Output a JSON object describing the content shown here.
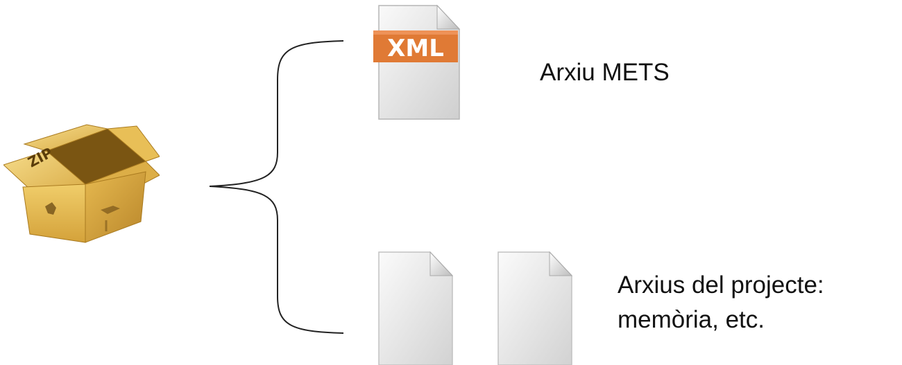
{
  "zip_box": {
    "icon": "zip-box-icon",
    "label": "ZIP",
    "colors": {
      "cardboard": "#d9a93c",
      "cardboard_light": "#f1cf6c",
      "cardboard_dark": "#a97a1f"
    }
  },
  "brace": {
    "icon": "curly-brace"
  },
  "xml_file": {
    "icon": "xml-file-icon",
    "badge": "XML",
    "badge_color": "#e07a35",
    "caption": "Arxiu METS"
  },
  "project_files": {
    "icon": "blank-document-icon",
    "count": 2,
    "caption_line1": "Arxius del projecte:",
    "caption_line2": "memòria, etc."
  }
}
